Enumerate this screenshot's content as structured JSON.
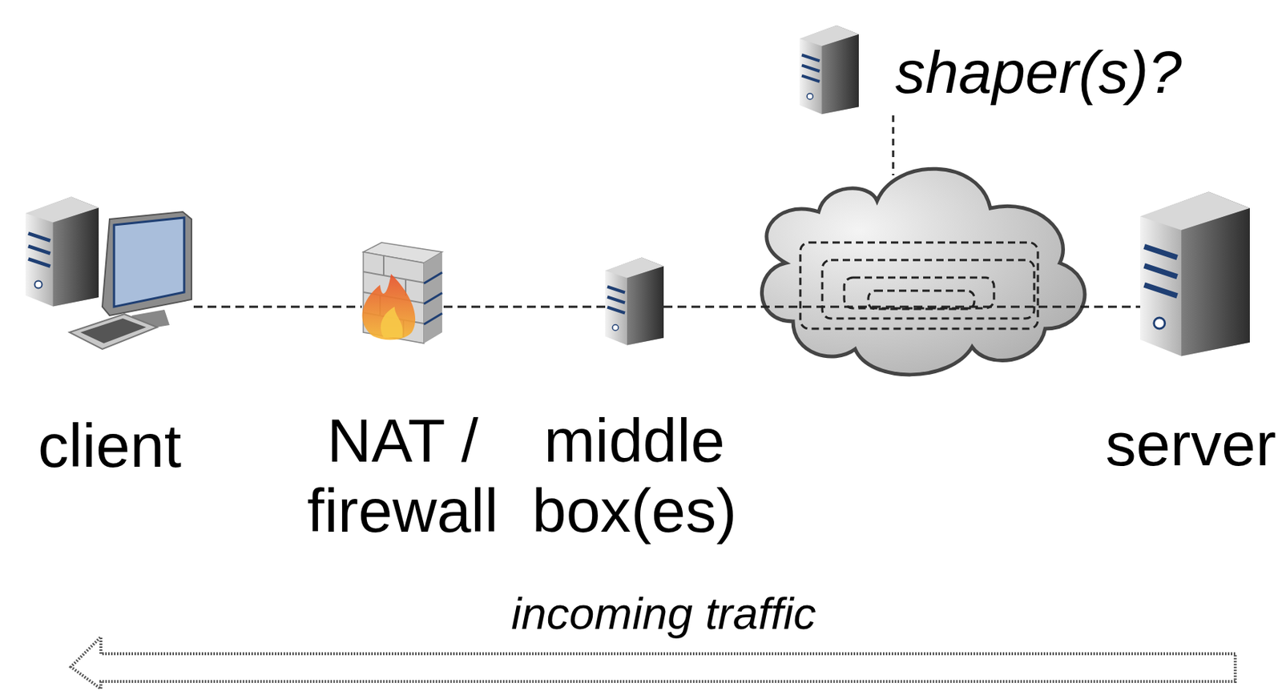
{
  "diagram": {
    "nodes": [
      {
        "text": [
          "client"
        ]
      },
      {
        "text": [
          "NAT / firewall"
        ]
      },
      {
        "text": [
          "middle box(es)"
        ]
      },
      {
        "text": [
          "server"
        ]
      },
      {
        "text": [
          "shaper(s)?"
        ]
      }
    ],
    "edges": [
      {
        "from": 0,
        "to": 1,
        "arrow": "none"
      },
      {
        "from": 1,
        "to": 2,
        "arrow": "none"
      },
      {
        "from": 2,
        "to": 3,
        "arrow": "none"
      }
    ],
    "labels": [
      "incoming traffic"
    ]
  }
}
